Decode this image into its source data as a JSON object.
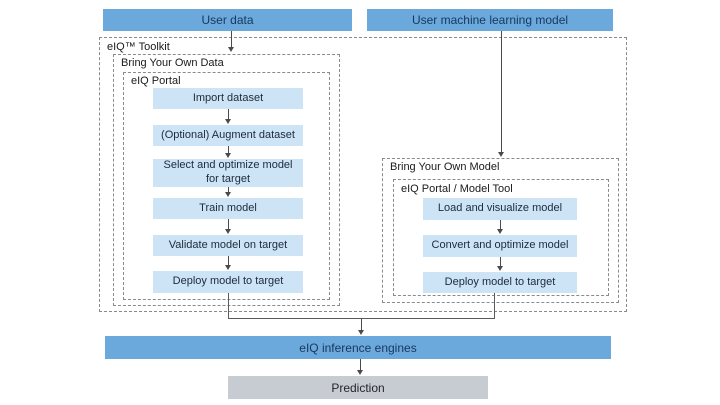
{
  "diagram": {
    "inputs": {
      "user_data": "User data",
      "user_model": "User machine learning model"
    },
    "toolkit": {
      "label": "eIQ™ Toolkit",
      "byod": {
        "label": "Bring Your Own Data",
        "portal": "eIQ Portal",
        "steps": [
          "Import dataset",
          "(Optional) Augment dataset",
          "Select and optimize model for target",
          "Train model",
          "Validate model on target",
          "Deploy model to target"
        ]
      },
      "byom": {
        "label": "Bring Your Own Model",
        "portal": "eIQ Portal / Model Tool",
        "steps": [
          "Load and visualize model",
          "Convert and optimize model",
          "Deploy model to target"
        ]
      }
    },
    "outputs": {
      "inference_engines": "eIQ inference engines",
      "prediction": "Prediction"
    },
    "colors": {
      "header_blue": "#6BA9DC",
      "step_blue": "#CDE4F6",
      "prediction_gray": "#C6CCD2",
      "dark_text": "#17375E",
      "dashed_border": "#8a8a8a",
      "arrow": "#4a4a4a"
    }
  }
}
